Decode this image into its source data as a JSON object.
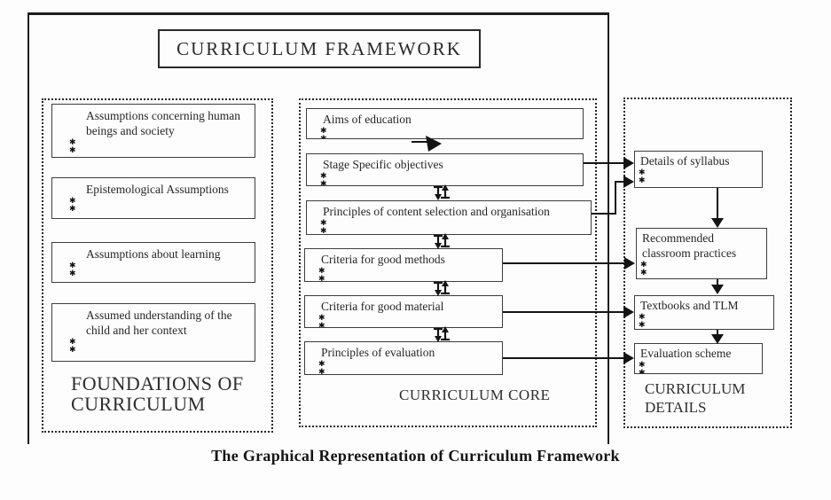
{
  "title": "CURRICULUM FRAMEWORK",
  "caption": "The Graphical Representation of Curriculum Framework",
  "marker": "✱",
  "colors": {
    "ink": "#1e1e1e",
    "background": "#fdfdfd"
  },
  "foundations": {
    "label": "FOUNDATIONS OF CURRICULUM",
    "boxes": [
      "Assumptions concerning human beings and society",
      "Epistemological Assumptions",
      "Assumptions about learning",
      "Assumed understanding of the child and her context"
    ]
  },
  "core": {
    "label": "CURRICULUM CORE",
    "boxes": [
      "Aims of education",
      "Stage Specific objectives",
      "Principles of content selection and organisation",
      "Criteria for good methods",
      "Criteria for good material",
      "Principles of evaluation"
    ]
  },
  "details": {
    "label": "CURRICULUM DETAILS",
    "boxes": [
      "Details of syllabus",
      "Recommended classroom practices",
      "Textbooks and TLM",
      "Evaluation scheme"
    ]
  }
}
